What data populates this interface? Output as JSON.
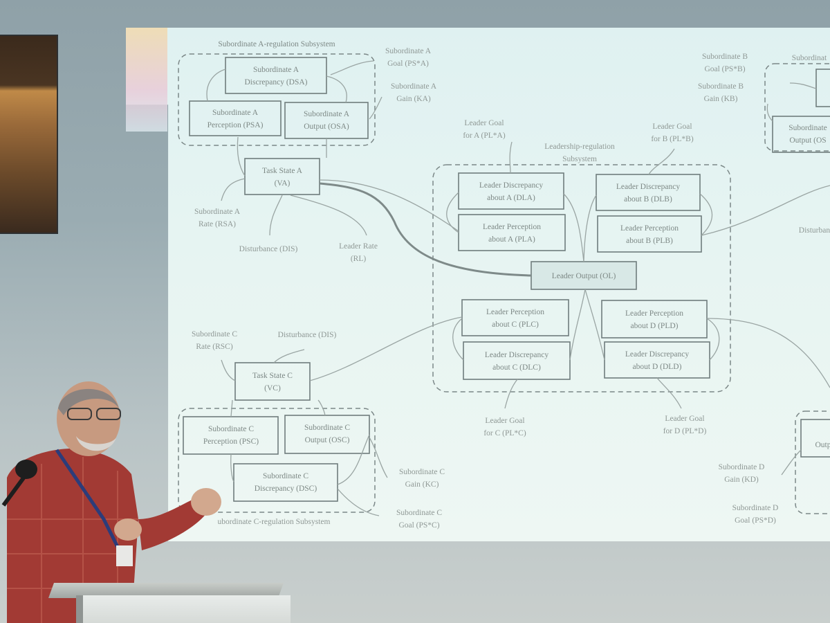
{
  "diagram": {
    "sub_a": {
      "title": "Subordinate A-regulation Subsystem",
      "discrepancy": [
        "Subordinate A",
        "Discrepancy (DSA)"
      ],
      "perception": [
        "Subordinate A",
        "Perception (PSA)"
      ],
      "output": [
        "Subordinate A",
        "Output (OSA)"
      ],
      "goal": [
        "Subordinate A",
        "Goal (PS*A)"
      ],
      "gain": [
        "Subordinate A",
        "Gain (KA)"
      ],
      "task": [
        "Task State A",
        "(VA)"
      ],
      "rate": [
        "Subordinate A",
        "Rate (RSA)"
      ],
      "disturbance": "Disturbance (DIS)"
    },
    "sub_b": {
      "goal": [
        "Subordinate B",
        "Goal (PS*B)"
      ],
      "gain": [
        "Subordinate B",
        "Gain (KB)"
      ],
      "output_partial": [
        "Subordinate",
        "Output (OS"
      ],
      "subord_partial": "Subordinat",
      "dist_partial": "Disturbanc"
    },
    "leader": {
      "rate": [
        "Leader Rate",
        "(RL)"
      ],
      "goal_a": [
        "Leader Goal",
        "for A (PL*A)"
      ],
      "goal_b": [
        "Leader Goal",
        "for B (PL*B)"
      ],
      "title": [
        "Leadership-regulation",
        "Subsystem"
      ],
      "disc_a": [
        "Leader Discrepancy",
        "about A (DLA)"
      ],
      "perc_a": [
        "Leader Perception",
        "about A (PLA)"
      ],
      "disc_b": [
        "Leader Discrepancy",
        "about B (DLB)"
      ],
      "perc_b": [
        "Leader Perception",
        "about B (PLB)"
      ],
      "output": "Leader Output (OL)",
      "perc_c": [
        "Leader Perception",
        "about C (PLC)"
      ],
      "disc_c": [
        "Leader Discrepancy",
        "about C (DLC)"
      ],
      "perc_d": [
        "Leader Perception",
        "about D (PLD)"
      ],
      "disc_d": [
        "Leader Discrepancy",
        "about D (DLD)"
      ],
      "goal_c": [
        "Leader Goal",
        "for C (PL*C)"
      ],
      "goal_d": [
        "Leader Goal",
        "for D (PL*D)"
      ]
    },
    "sub_c": {
      "rate": [
        "Subordinate C",
        "Rate (RSC)"
      ],
      "disturbance": "Disturbance (DIS)",
      "task": [
        "Task State C",
        "(VC)"
      ],
      "perception": [
        "Subordinate C",
        "Perception (PSC)"
      ],
      "output": [
        "Subordinate C",
        "Output (OSC)"
      ],
      "discrepancy": [
        "Subordinate C",
        "Discrepancy (DSC)"
      ],
      "gain": [
        "Subordinate C",
        "Gain (KC)"
      ],
      "goal": [
        "Subordinate C",
        "Goal (PS*C)"
      ],
      "title": "ubordinate C-regulation Subsystem"
    },
    "sub_d": {
      "gain": [
        "Subordinate D",
        "Gain (KD)"
      ],
      "goal": [
        "Subordinate D",
        "Goal (PS*D)"
      ],
      "output_partial": "Outp"
    }
  }
}
